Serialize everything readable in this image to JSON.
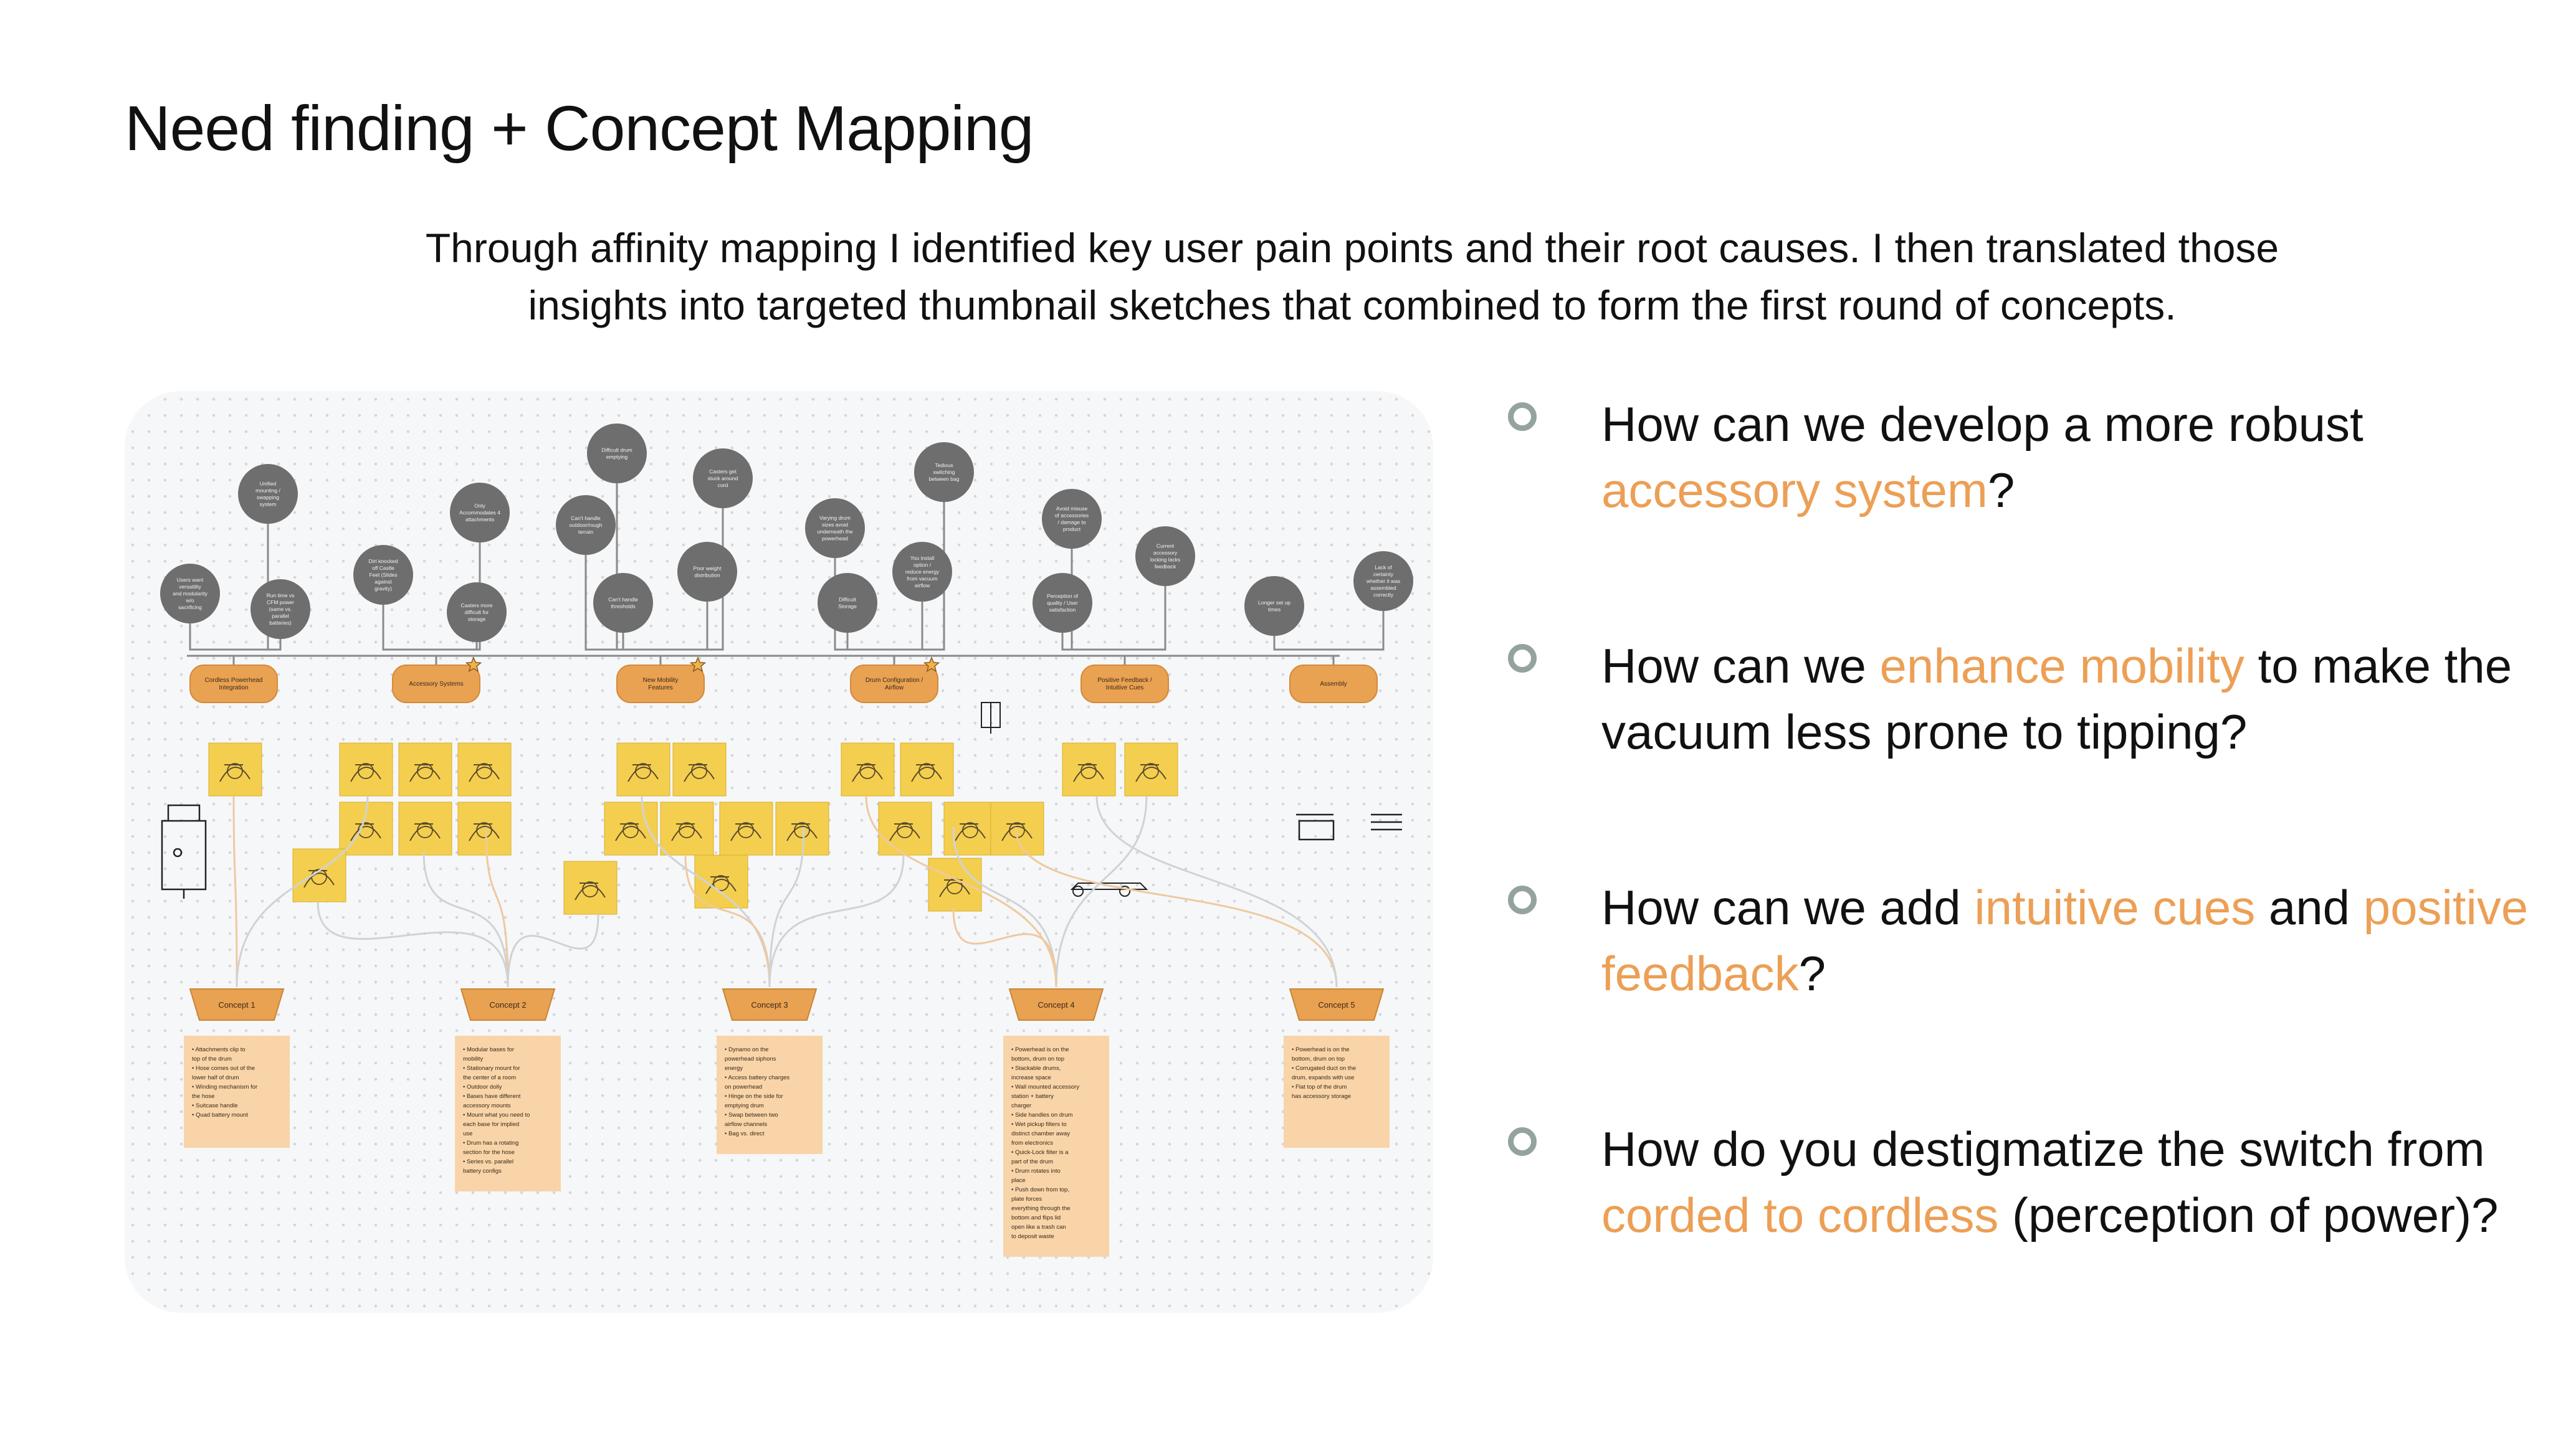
{
  "title": "Need finding + Concept Mapping",
  "subtitle_line1": "Through affinity mapping I identified key user pain points and their root causes. I then translated those",
  "subtitle_line2": "insights into targeted thumbnail sketches that combined to form the first round of concepts.",
  "colors": {
    "accent": "#ec9f55",
    "bubble": "#6e6e6e",
    "node": "#e9a152",
    "sticky": "#f4cf4f",
    "card": "#f8d4a8",
    "ring": "#95a3a0"
  },
  "questions": [
    {
      "parts": [
        {
          "text": "How can we develop a more robust ",
          "hl": false
        },
        {
          "text": "accessory system",
          "hl": true
        },
        {
          "text": "?",
          "hl": false
        }
      ],
      "lines": [
        "How can we develop a more robust",
        "accessory system?"
      ]
    },
    {
      "parts": [
        {
          "text": "How can we ",
          "hl": false
        },
        {
          "text": "enhance mobility",
          "hl": true
        },
        {
          "text": " to make the vacuum less prone to tipping?",
          "hl": false
        }
      ]
    },
    {
      "parts": [
        {
          "text": "How can we add ",
          "hl": false
        },
        {
          "text": "intuitive cues",
          "hl": true
        },
        {
          "text": " and ",
          "hl": false
        },
        {
          "text": "positive feedback",
          "hl": true
        },
        {
          "text": "?",
          "hl": false
        }
      ]
    },
    {
      "parts": [
        {
          "text": "How do you destigmatize the switch from ",
          "hl": false
        },
        {
          "text": "corded to cordless",
          "hl": true
        },
        {
          "text": " (perception of power)?",
          "hl": false
        }
      ]
    }
  ],
  "board": {
    "categories": [
      "Cordless Powerhead Integration",
      "Accessory Systems",
      "New Mobility Features",
      "Drum Configuration / Airflow",
      "Positive Feedback / Intuitive Cues",
      "Assembly"
    ],
    "concepts": [
      "Concept 1",
      "Concept 2",
      "Concept 3",
      "Concept 4",
      "Concept 5"
    ],
    "bubbles": [
      "Users want versatility and modularity w/o sacrificing performance",
      "Unified mounting / swapping system",
      "Run time vs CFM power (same vs. parallel batteries)",
      "Dirt knocked off Castle Feet (Slides against gravity)",
      "Only Accommodates 4 attachments",
      "Casters more difficult for storage",
      "Difficult drum emptying",
      "Casters get stuck around cord",
      "Can't handle outdoor/rough terrain",
      "Can't handle thresholds",
      "Poor weight distribution",
      "Varying drum sizes avoid underneath the powerhead",
      "Tedious switching between bag",
      "You install option / reduce energy from vacuum airflow",
      "Difficult Storage",
      "Avoid misuse of accessories / damage to product",
      "Current accessory locking lacks feedback",
      "Perception of quality / User satisfaction",
      "Longer set up times",
      "Lack of certainty whether it was assembled correctly"
    ],
    "concept_notes": [
      [
        "Attachments clip to top of the drum",
        "Hose comes out of the lower half of drum",
        "Winding mechanism for the hose",
        "Suitcase handle",
        "Quad battery mount"
      ],
      [
        "Modular bases for mobility",
        "Stationary mount for the center of a room",
        "Outdoor dolly",
        "Bases have different accessory mounts",
        "Mount what you need to each base for implied use",
        "Drum has a rotating section for the hose",
        "Series vs. parallel battery configs"
      ],
      [
        "Dynamo on the powerhead siphons energy",
        "Access battery charges on powerhead",
        "Hinge on the side for emptying drum",
        "Swap between two airflow channels",
        "Bag vs. direct"
      ],
      [
        "Powerhead is on the bottom, drum on top",
        "Stackable drums, increase space",
        "Wall mounted accessory station + battery charger",
        "Side handles on drum",
        "Wet pickup filters to distinct chamber away from electronics",
        "Quick-Lock filter is a part of the drum",
        "Drum rotates into place",
        "Push down from top, plate forces everything through the bottom and flips lid open like a trash can to deposit waste"
      ],
      [
        "Powerhead is on the bottom, drum on top",
        "Corrugated duct on the drum, expands with use",
        "Flat top of the drum has accessory storage"
      ]
    ]
  }
}
